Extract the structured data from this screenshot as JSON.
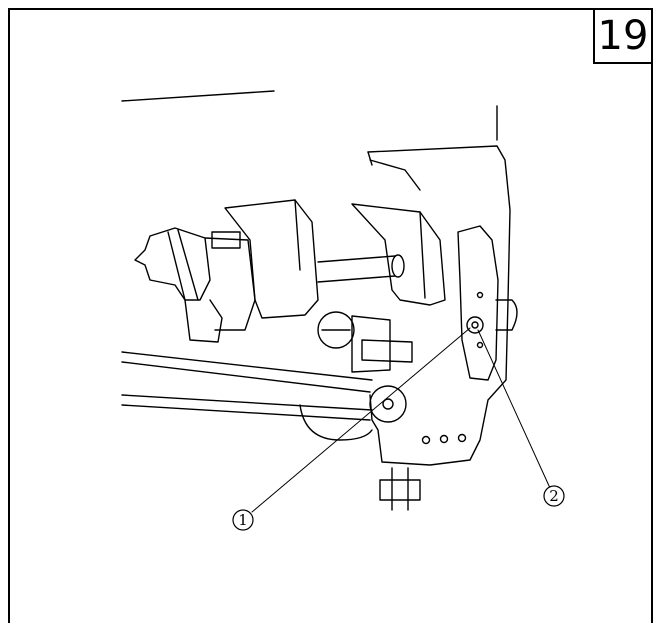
{
  "figure": {
    "number": "19",
    "callouts": [
      {
        "id": "1",
        "label": "1"
      },
      {
        "id": "2",
        "label": "2"
      }
    ]
  },
  "colors": {
    "line": "#000000",
    "background": "#ffffff"
  }
}
